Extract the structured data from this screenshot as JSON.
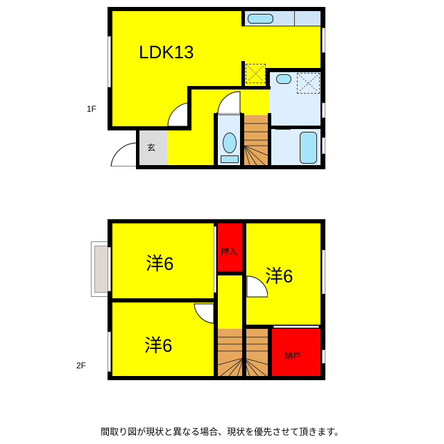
{
  "floor1": {
    "label": "1F",
    "rooms": {
      "ldk": "LDK13",
      "genkan": "玄"
    }
  },
  "floor2": {
    "label": "2F",
    "rooms": {
      "western_top_left": "洋6",
      "western_bottom_left": "洋6",
      "western_right": "洋6",
      "closet": "押入",
      "storage": "納戸"
    }
  },
  "colors": {
    "living": "#ffff00",
    "storage": "#ff0000",
    "wet_area": "#ddeeff",
    "entrance": "#dcdcdc",
    "stairs": "#e8a85c",
    "fixture": "#a8e4f8"
  },
  "footer": {
    "note": "間取り図が現状と異なる場合、現状を優先させて頂きます。"
  }
}
